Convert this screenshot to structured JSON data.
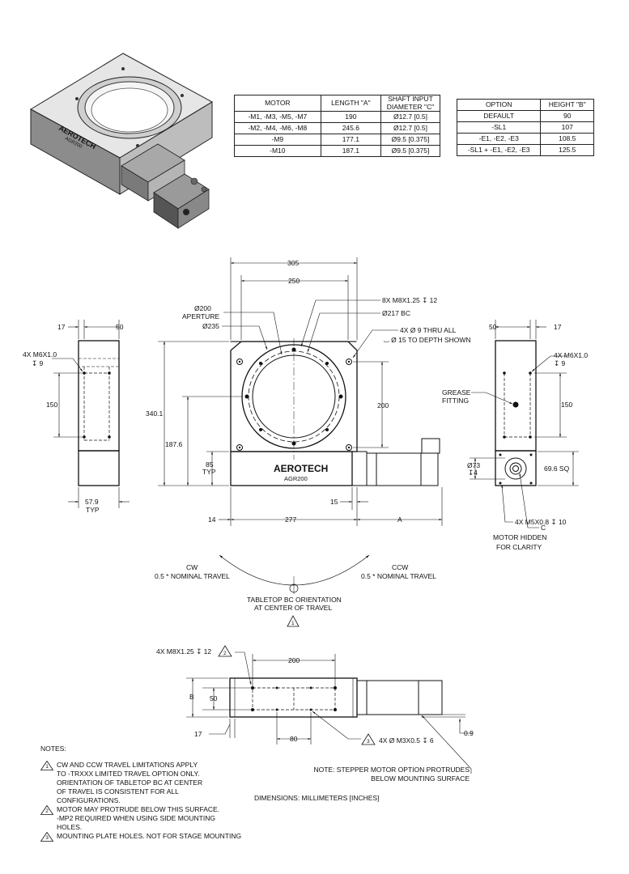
{
  "motor_table": {
    "headers": [
      "MOTOR",
      "LENGTH \"A\"",
      "SHAFT INPUT DIAMETER \"C\""
    ],
    "rows": [
      [
        "-M1, -M3, -M5, -M7",
        "190",
        "Ø12.7 [0.5]"
      ],
      [
        "-M2, -M4, -M6, -M8",
        "245.6",
        "Ø12.7 [0.5]"
      ],
      [
        "-M9",
        "177.1",
        "Ø9.5 [0.375]"
      ],
      [
        "-M10",
        "187.1",
        "Ø9.5 [0.375]"
      ]
    ]
  },
  "option_table": {
    "headers": [
      "OPTION",
      "HEIGHT \"B\""
    ],
    "rows": [
      [
        "DEFAULT",
        "90"
      ],
      [
        "-SL1",
        "107"
      ],
      [
        "-E1, -E2, -E3",
        "108.5"
      ],
      [
        "-SL1 + -E1, -E2, -E3",
        "125.5"
      ]
    ]
  },
  "iso_view": {
    "brand": "AEROTECH",
    "model": "AGR200"
  },
  "front_view": {
    "brand": "AEROTECH",
    "model": "AGR200",
    "dims": {
      "d305": "305",
      "d250": "250",
      "aperture": "Ø200",
      "aperture_label": "APERTURE",
      "d235": "Ø235",
      "tap_holes": "8X M8X1.25 ↧ 12",
      "bc": "Ø217 BC",
      "thru_holes": "4X Ø 9 THRU ALL",
      "cbore": "⌴ Ø 15 TO DEPTH SHOWN",
      "h340": "340.1",
      "h187": "187.6",
      "h85": "85",
      "typ": "TYP",
      "h200": "200",
      "w14": "14",
      "w277": "277",
      "w15": "15",
      "wa": "A"
    }
  },
  "left_view": {
    "d17": "17",
    "d50": "50",
    "taps": "4X M6X1.0",
    "taps_depth": "↧ 9",
    "d150": "150",
    "d579": "57.9",
    "typ": "TYP"
  },
  "right_view": {
    "d50": "50",
    "d17": "17",
    "taps": "4X M6X1.0",
    "taps_depth": "↧ 9",
    "grease1": "GREASE",
    "grease2": "FITTING",
    "d150": "150",
    "d73": "Ø73",
    "d73_depth": "↧4",
    "sq": "69.6 SQ",
    "c": "C",
    "motor_taps": "4X M5X0.8 ↧ 10",
    "hidden1": "MOTOR HIDDEN",
    "hidden2": "FOR CLARITY"
  },
  "travel": {
    "cw": "CW",
    "ccw": "CCW",
    "nominal": "0.5 * NOMINAL TRAVEL",
    "orient1": "TABLETOP BC ORIENTATION",
    "orient2": "AT CENTER OF TRAVEL",
    "note_ref": "1"
  },
  "bottom_view": {
    "taps": "4X M8X1.25 ↧ 12",
    "taps_ref": "2",
    "d200": "200",
    "b": "B",
    "d50": "50",
    "d17": "17",
    "d80": "80",
    "holes": "4X Ø M3X0.5 ↧ 6",
    "holes_ref": "3",
    "d09": "0.9"
  },
  "notes": {
    "title": "NOTES:",
    "items": [
      {
        "num": "1",
        "lines": [
          "CW AND CCW TRAVEL LIMITATIONS APPLY",
          "TO -TRXXX LIMITED TRAVEL OPTION ONLY.",
          "ORIENTATION OF TABLETOP BC AT CENTER",
          "OF TRAVEL IS CONSISTENT FOR ALL",
          "CONFIGURATIONS."
        ]
      },
      {
        "num": "2",
        "lines": [
          "MOTOR MAY PROTRUDE BELOW THIS SURFACE.",
          "-MP2 REQUIRED WHEN USING SIDE MOUNTING",
          "HOLES."
        ]
      },
      {
        "num": "3",
        "lines": [
          "MOUNTING PLATE HOLES. NOT FOR STAGE MOUNTING"
        ]
      }
    ],
    "dimensions": "DIMENSIONS:  MILLIMETERS [INCHES]",
    "motor_note1": "NOTE: STEPPER MOTOR OPTION PROTRUDES",
    "motor_note2": "BELOW MOUNTING SURFACE"
  }
}
